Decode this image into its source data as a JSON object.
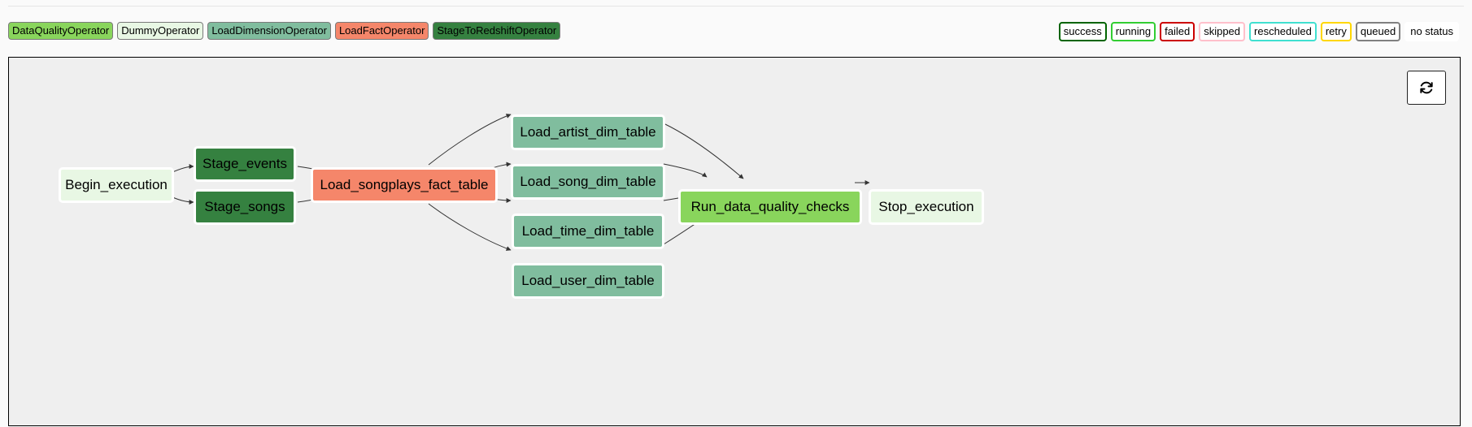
{
  "operator_legend": [
    {
      "label": "DataQualityOperator",
      "color": "#89d55c"
    },
    {
      "label": "DummyOperator",
      "color": "#e8f7e4"
    },
    {
      "label": "LoadDimensionOperator",
      "color": "#80bd9e"
    },
    {
      "label": "LoadFactOperator",
      "color": "#f5866a"
    },
    {
      "label": "StageToRedshiftOperator",
      "color": "#358140"
    }
  ],
  "status_legend": [
    {
      "label": "success",
      "color": "#006400"
    },
    {
      "label": "running",
      "color": "#32cd32"
    },
    {
      "label": "failed",
      "color": "#cc0000"
    },
    {
      "label": "skipped",
      "color": "#ffc0cb"
    },
    {
      "label": "rescheduled",
      "color": "#40e0d0"
    },
    {
      "label": "retry",
      "color": "#ffd700"
    },
    {
      "label": "queued",
      "color": "#808080"
    },
    {
      "label": "no status",
      "color": ""
    }
  ],
  "refresh_icon": "refresh-icon",
  "graph": {
    "nodes": {
      "begin": {
        "label": "Begin_execution",
        "color": "#e8f7e4"
      },
      "stage_events": {
        "label": "Stage_events",
        "color": "#358140"
      },
      "stage_songs": {
        "label": "Stage_songs",
        "color": "#358140"
      },
      "load_fact": {
        "label": "Load_songplays_fact_table",
        "color": "#f5866a"
      },
      "load_artist": {
        "label": "Load_artist_dim_table",
        "color": "#80bd9e"
      },
      "load_song": {
        "label": "Load_song_dim_table",
        "color": "#80bd9e"
      },
      "load_time": {
        "label": "Load_time_dim_table",
        "color": "#80bd9e"
      },
      "load_user": {
        "label": "Load_user_dim_table",
        "color": "#80bd9e"
      },
      "quality": {
        "label": "Run_data_quality_checks",
        "color": "#89d55c"
      },
      "stop": {
        "label": "Stop_execution",
        "color": "#e8f7e4"
      }
    }
  }
}
